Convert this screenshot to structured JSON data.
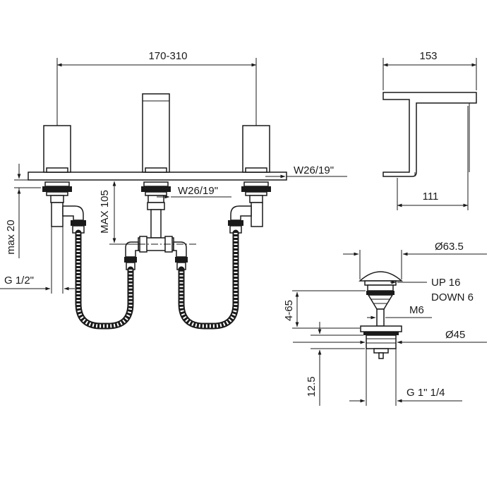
{
  "dimensions": {
    "spread": "170-310",
    "spout_depth": "153",
    "spout_reach": "111",
    "wrench_right": "W26/19\"",
    "wrench_center": "W26/19\"",
    "max_height": "MAX 105",
    "max_20": "max 20",
    "inlet_thread": "G 1/2\"",
    "waste_cap_dia": "Ø63.5",
    "stroke_up": "UP 16",
    "stroke_down": "DOWN 6",
    "deck_range": "4-65",
    "rod_thread": "M6",
    "flange_dia": "Ø45",
    "tail_length": "12.5",
    "waste_thread": "G 1\" 1/4"
  }
}
